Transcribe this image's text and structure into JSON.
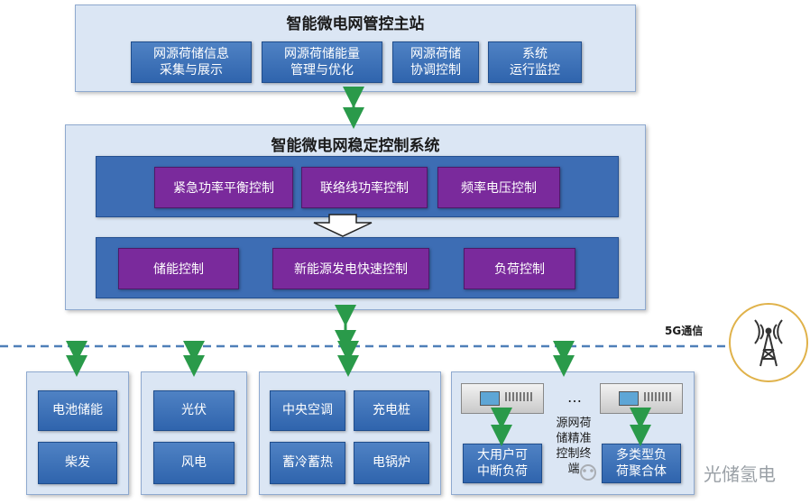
{
  "master_station": {
    "title": "智能微电网管控主站",
    "modules": [
      "网源荷储信息\n采集与展示",
      "网源荷储能量\n管理与优化",
      "网源荷储\n协调控制",
      "系统\n运行监控"
    ]
  },
  "stability_system": {
    "title": "智能微电网稳定控制系统",
    "upper_controls": [
      "紧急功率平衡控制",
      "联络线功率控制",
      "频率电压控制"
    ],
    "lower_controls": [
      "储能控制",
      "新能源发电快速控制",
      "负荷控制"
    ]
  },
  "network_label": "5G通信",
  "field_groups": {
    "storage": [
      "电池储能",
      "柴发"
    ],
    "renewable": [
      "光伏",
      "风电"
    ],
    "loads": [
      "中央空调",
      "充电桩",
      "蓄冷蓄热",
      "电锅炉"
    ],
    "terminals": {
      "ellipsis": "…",
      "middle_label": "源网荷\n储精准\n控制终\n端",
      "left_load": "大用户可\n中断负荷",
      "right_load": "多类型负\n荷聚合体"
    }
  },
  "watermark": "光储氢电",
  "colors": {
    "panel_bg": "#dbe6f4",
    "blue_button": "#3d6db4",
    "purple_button": "#7a2a9c",
    "arrow_green": "#2a9a4a",
    "dashed_line": "#4f7fb8"
  }
}
